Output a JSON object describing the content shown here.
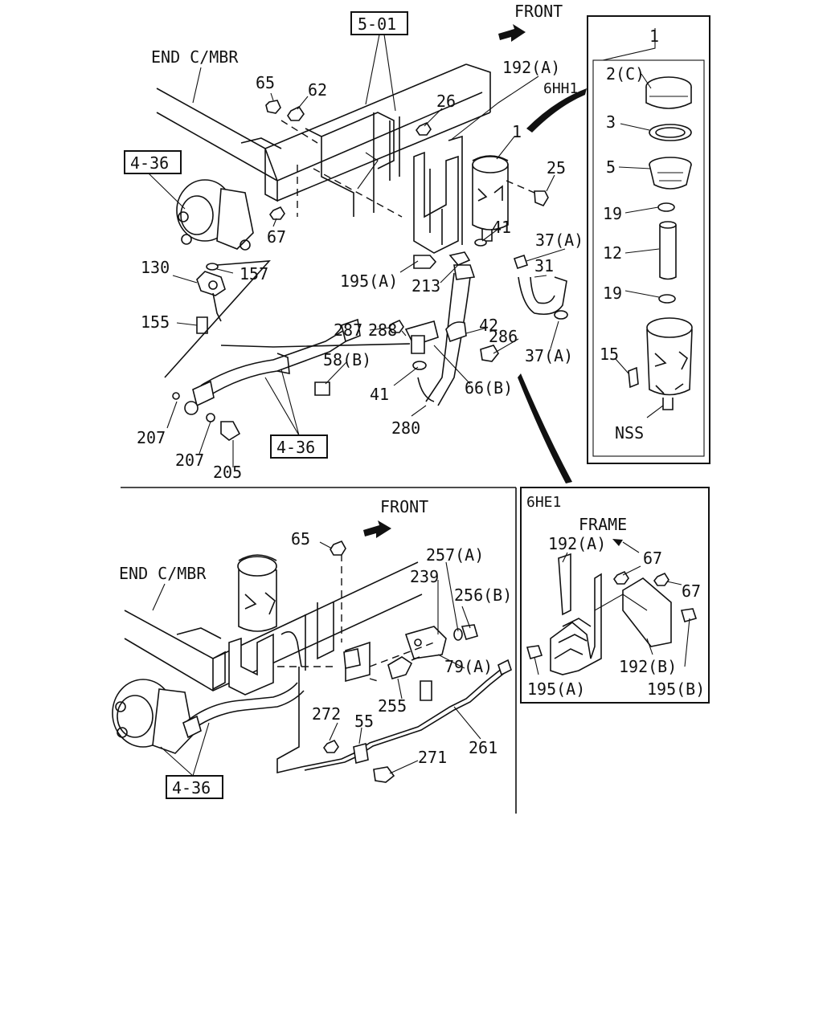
{
  "top": {
    "front": "FRONT",
    "end_member": "END C/MBR",
    "ref_boxes": [
      "5-01",
      "4-36",
      "4-36"
    ],
    "labels": {
      "l65": "65",
      "l62": "62",
      "l26": "26",
      "l192a": "192(A)",
      "l1": "1",
      "l25": "25",
      "l67": "67",
      "l130": "130",
      "l157": "157",
      "l155": "155",
      "l195a": "195(A)",
      "l213": "213",
      "l41a": "41",
      "l37a": "37(A)",
      "l31": "31",
      "l287": "287",
      "l42": "42",
      "l288": "288",
      "l286": "286",
      "l37b": "37(A)",
      "l58b": "58(B)",
      "l41b": "41",
      "l66b": "66(B)",
      "l207a": "207",
      "l207b": "207",
      "l205": "205",
      "l280": "280"
    }
  },
  "detail_6hh1": {
    "title": "6HH1",
    "labels": {
      "p1": "1",
      "p2c": "2(C)",
      "p3": "3",
      "p5": "5",
      "p19a": "19",
      "p12": "12",
      "p19b": "19",
      "p15": "15",
      "nss": "NSS"
    }
  },
  "bottom": {
    "front": "FRONT",
    "end_member": "END C/MBR",
    "ref_box": "4-36",
    "labels": {
      "b65": "65",
      "b257a": "257(A)",
      "b239": "239",
      "b256b": "256(B)",
      "b79a": "79(A)",
      "b255": "255",
      "b272": "272",
      "b55": "55",
      "b271": "271",
      "b261": "261"
    }
  },
  "detail_6he1": {
    "title": "6HE1",
    "frame": "FRAME",
    "labels": {
      "e192a": "192(A)",
      "e67a": "67",
      "e67b": "67",
      "e192b": "192(B)",
      "e195a": "195(A)",
      "e195b": "195(B)"
    }
  }
}
